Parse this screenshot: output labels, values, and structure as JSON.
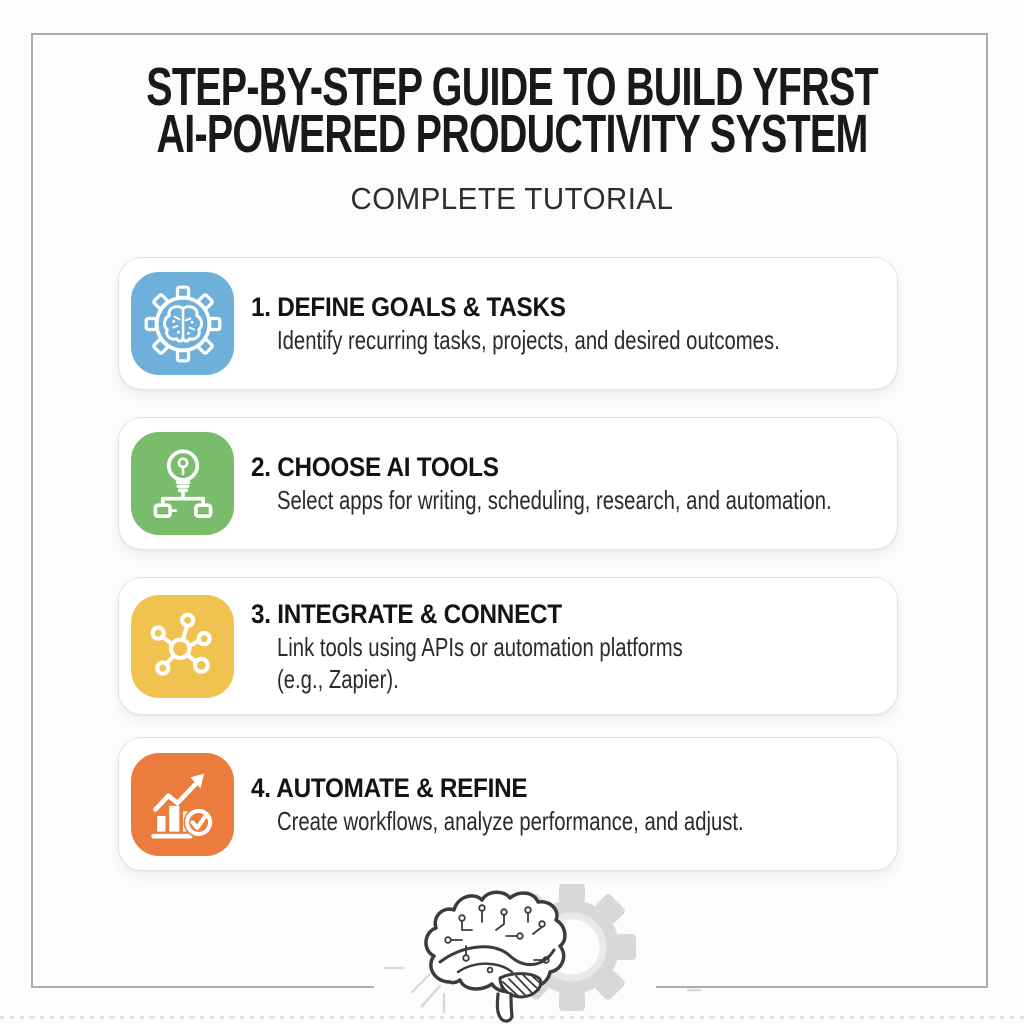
{
  "header": {
    "title_line1": "STEP-BY-STEP GUIDE TO BUILD YFRST",
    "title_line2": "AI-POWERED PRODUCTIVITY SYSTEM",
    "subtitle": "COMPLETE TUTORIAL"
  },
  "steps": [
    {
      "title": "1. DEFINE GOALS & TASKS",
      "description": "Identify recurring tasks, projects, and desired outcomes.",
      "icon": "gear-brain-icon",
      "color": "#6FB0DA"
    },
    {
      "title": "2. CHOOSE AI TOOLS",
      "description": "Select apps for writing, scheduling, research, and automation.",
      "icon": "lightbulb-flowchart-icon",
      "color": "#79BC6C"
    },
    {
      "title": "3. INTEGRATE & CONNECT",
      "description": "Link tools using APIs  or automation platforms",
      "description_line2": "(e.g., Zapier).",
      "icon": "network-hub-icon",
      "color": "#F0C24F"
    },
    {
      "title": "4. AUTOMATE & REFINE",
      "description": "Create workflows, analyze performance, and adjust.",
      "icon": "growth-chart-check-icon",
      "color": "#EC7C3D"
    }
  ],
  "footer": {
    "illustration": "brain-circuit-gear"
  },
  "colors": {
    "background": "#fcfcfc",
    "frame_border": "#ababab",
    "card_background": "#ffffff",
    "card_border": "#e4e4e4",
    "title_text": "#191919",
    "body_text": "#2a2a2a"
  }
}
